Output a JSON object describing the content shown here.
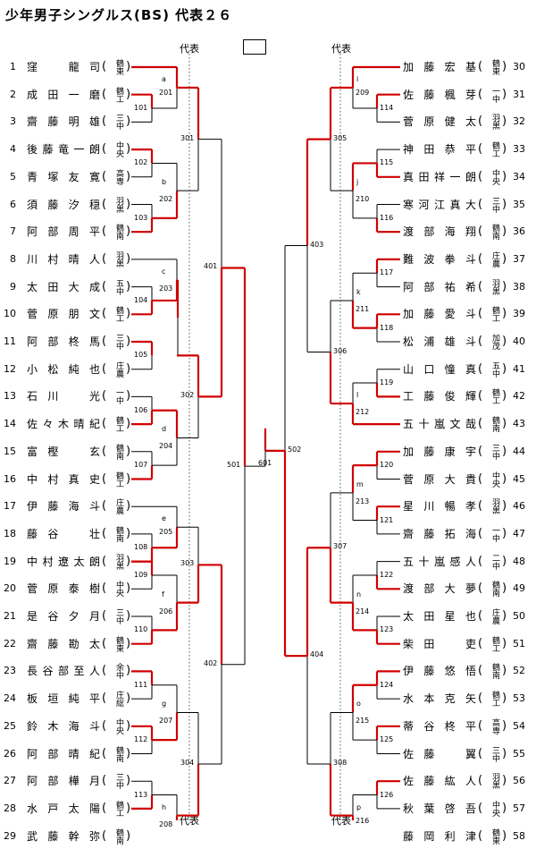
{
  "title": "少年男子シングルス(BS) 代表２６",
  "daihyo_label": "代表",
  "left_players": [
    {
      "no": "1",
      "name": "窪　龍司",
      "club": "鶴東"
    },
    {
      "no": "2",
      "name": "成田一磨",
      "club": "鶴工"
    },
    {
      "no": "3",
      "name": "齋藤明雄",
      "club": "三中"
    },
    {
      "no": "4",
      "name": "後藤竜一朗",
      "club": "中央"
    },
    {
      "no": "5",
      "name": "青塚友寛",
      "club": "高専"
    },
    {
      "no": "6",
      "name": "須藤汐穏",
      "club": "羽黒"
    },
    {
      "no": "7",
      "name": "阿部周平",
      "club": "鶴南"
    },
    {
      "no": "8",
      "name": "川村晴人",
      "club": "羽黒"
    },
    {
      "no": "9",
      "name": "太田大成",
      "club": "五中"
    },
    {
      "no": "10",
      "name": "菅原朋文",
      "club": "鶴工"
    },
    {
      "no": "11",
      "name": "阿部柊馬",
      "club": "三中"
    },
    {
      "no": "12",
      "name": "小松純也",
      "club": "庄農"
    },
    {
      "no": "13",
      "name": "石川　光",
      "club": "一中"
    },
    {
      "no": "14",
      "name": "佐々木晴紀",
      "club": "鶴工"
    },
    {
      "no": "15",
      "name": "富樫　玄",
      "club": "鶴南"
    },
    {
      "no": "16",
      "name": "中村真史",
      "club": "鶴工"
    },
    {
      "no": "17",
      "name": "伊藤海斗",
      "club": "庄農"
    },
    {
      "no": "18",
      "name": "藤谷　壮",
      "club": "鶴南"
    },
    {
      "no": "19",
      "name": "中村遼太朗",
      "club": "羽黒"
    },
    {
      "no": "20",
      "name": "菅原泰樹",
      "club": "中央"
    },
    {
      "no": "21",
      "name": "是谷夕月",
      "club": "三中"
    },
    {
      "no": "22",
      "name": "齋藤勘太",
      "club": "鶴東"
    },
    {
      "no": "23",
      "name": "長谷部至人",
      "club": "余中"
    },
    {
      "no": "24",
      "name": "板垣純平",
      "club": "庄総"
    },
    {
      "no": "25",
      "name": "鈴木海斗",
      "club": "中央"
    },
    {
      "no": "26",
      "name": "阿部晴紀",
      "club": "鶴南"
    },
    {
      "no": "27",
      "name": "阿部樺月",
      "club": "三中"
    },
    {
      "no": "28",
      "name": "水戸太陽",
      "club": "鶴工"
    },
    {
      "no": "29",
      "name": "武藤幹弥",
      "club": "鶴南"
    }
  ],
  "right_players": [
    {
      "no": "30",
      "name": "加藤宏基",
      "club": "鶴東"
    },
    {
      "no": "31",
      "name": "佐藤楓芽",
      "club": "一中"
    },
    {
      "no": "32",
      "name": "菅原健太",
      "club": "羽黒"
    },
    {
      "no": "33",
      "name": "神田恭平",
      "club": "鶴工"
    },
    {
      "no": "34",
      "name": "真田祥一朗",
      "club": "中央"
    },
    {
      "no": "35",
      "name": "寒河江真大",
      "club": "三中"
    },
    {
      "no": "36",
      "name": "渡部海翔",
      "club": "鶴南"
    },
    {
      "no": "37",
      "name": "難波拳斗",
      "club": "庄農"
    },
    {
      "no": "38",
      "name": "阿部祐希",
      "club": "羽黒"
    },
    {
      "no": "39",
      "name": "加藤愛斗",
      "club": "鶴工"
    },
    {
      "no": "40",
      "name": "松浦雄斗",
      "club": "加茂"
    },
    {
      "no": "41",
      "name": "山口憧真",
      "club": "五中"
    },
    {
      "no": "42",
      "name": "工藤俊輝",
      "club": "鶴工"
    },
    {
      "no": "43",
      "name": "五十嵐文哉",
      "club": "鶴南"
    },
    {
      "no": "44",
      "name": "加藤康宇",
      "club": "三中"
    },
    {
      "no": "45",
      "name": "菅原大貴",
      "club": "中央"
    },
    {
      "no": "46",
      "name": "星川暢孝",
      "club": "羽黒"
    },
    {
      "no": "47",
      "name": "齋藤拓海",
      "club": "一中"
    },
    {
      "no": "48",
      "name": "五十嵐感人",
      "club": "二中"
    },
    {
      "no": "49",
      "name": "渡部大夢",
      "club": "鶴南"
    },
    {
      "no": "50",
      "name": "太田星也",
      "club": "庄農"
    },
    {
      "no": "51",
      "name": "柴田　吏",
      "club": "鶴工"
    },
    {
      "no": "52",
      "name": "伊藤悠悟",
      "club": "鶴南"
    },
    {
      "no": "53",
      "name": "水本克矢",
      "club": "鶴工"
    },
    {
      "no": "54",
      "name": "蒂谷柊平",
      "club": "高専"
    },
    {
      "no": "55",
      "name": "佐藤　翼",
      "club": "三中"
    },
    {
      "no": "56",
      "name": "佐藤紘人",
      "club": "羽黒"
    },
    {
      "no": "57",
      "name": "秋葉啓吾",
      "club": "中央"
    },
    {
      "no": "58",
      "name": "藤岡利津",
      "club": "鶴東"
    }
  ],
  "match_labels": {
    "a": "a",
    "b": "b",
    "c": "c",
    "d": "d",
    "e": "e",
    "f": "f",
    "g": "g",
    "h": "h",
    "i": "i",
    "j": "j",
    "k": "k",
    "l": "l",
    "m": "m",
    "n": "n",
    "o": "o",
    "p": "p",
    "m101": "101",
    "m102": "102",
    "m103": "103",
    "m104": "104",
    "m105": "105",
    "m106": "106",
    "m107": "107",
    "m108": "108",
    "m109": "109",
    "m110": "110",
    "m111": "111",
    "m112": "112",
    "m113": "113",
    "m114": "114",
    "m115": "115",
    "m116": "116",
    "m117": "117",
    "m118": "118",
    "m119": "119",
    "m120": "120",
    "m121": "121",
    "m122": "122",
    "m123": "123",
    "m124": "124",
    "m125": "125",
    "m126": "126",
    "m201": "201",
    "m202": "202",
    "m203": "203",
    "m204": "204",
    "m205": "205",
    "m206": "206",
    "m207": "207",
    "m208": "208",
    "m209": "209",
    "m210": "210",
    "m211": "211",
    "m212": "212",
    "m213": "213",
    "m214": "214",
    "m215": "215",
    "m216": "216",
    "m301": "301",
    "m302": "302",
    "m303": "303",
    "m304": "304",
    "m305": "305",
    "m306": "306",
    "m307": "307",
    "m308": "308",
    "m401": "401",
    "m402": "402",
    "m403": "403",
    "m404": "404",
    "m501": "501",
    "m502": "502",
    "m601": "601"
  }
}
